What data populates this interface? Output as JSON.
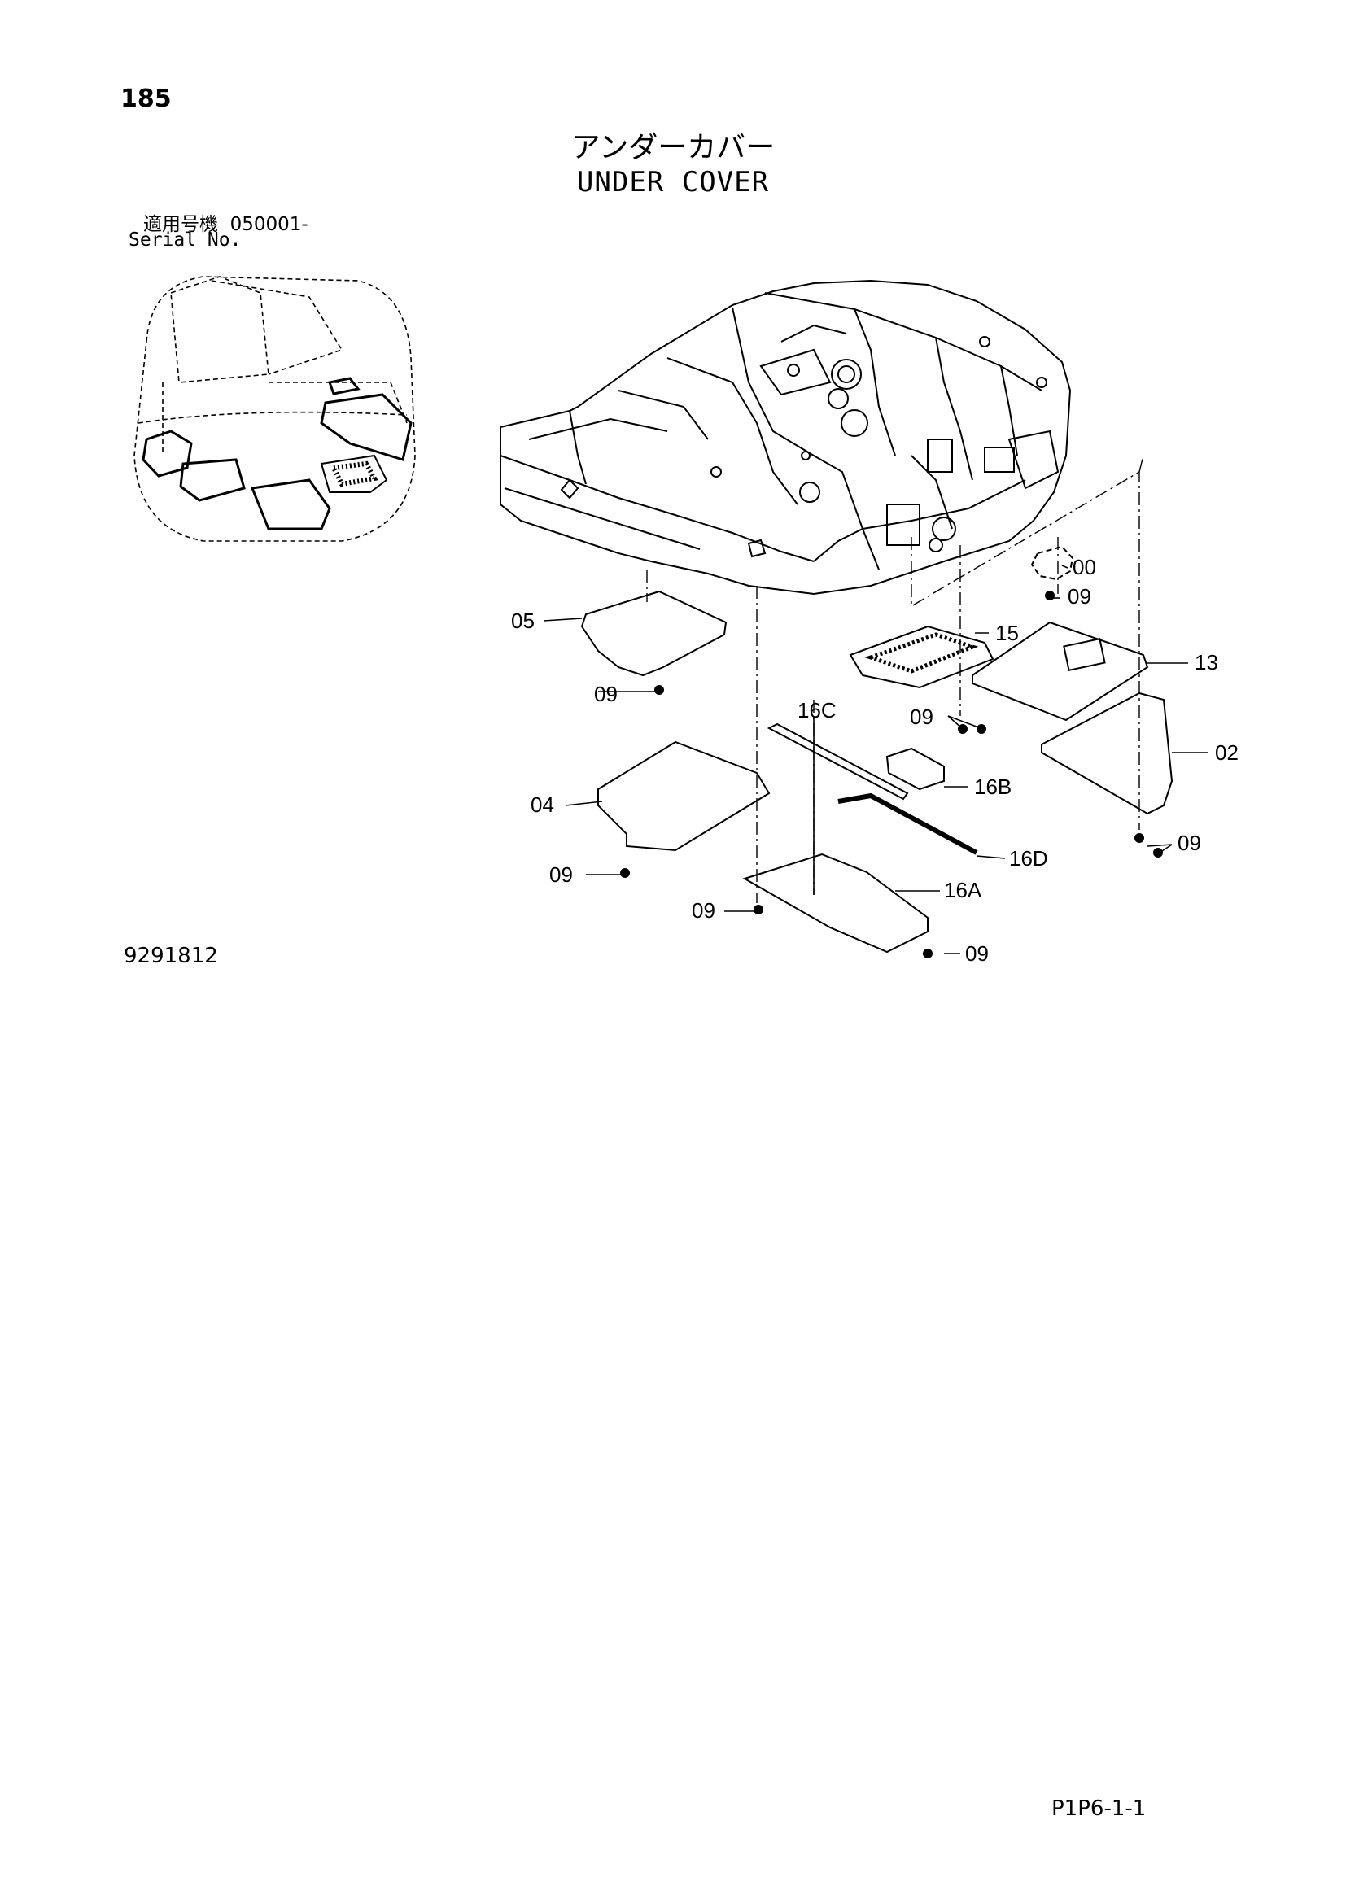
{
  "page_number": "185",
  "title_ja": "アンダーカバー",
  "title_en": "UNDER COVER",
  "serial": {
    "label_ja": "適用号機",
    "range": "050001-",
    "label_en": "Serial No."
  },
  "callouts": {
    "c00": "00",
    "c09": "09",
    "c05": "05",
    "c15": "15",
    "c13": "13",
    "c16C": "16C",
    "c02": "02",
    "c16B": "16B",
    "c04": "04",
    "c16D": "16D",
    "c16A": "16A"
  },
  "drawing_number": "9291812",
  "page_code": "P1P6-1-1"
}
